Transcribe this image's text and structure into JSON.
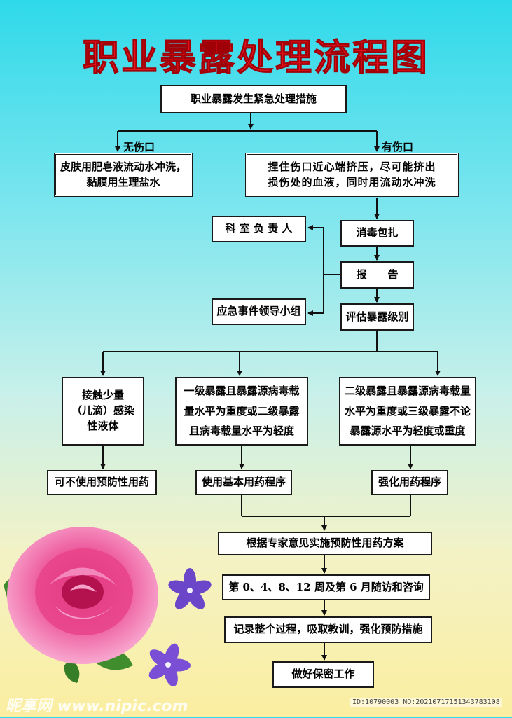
{
  "title": "职业暴露处理流程图",
  "start": "职业暴露发生紧急处理措施",
  "branch_left_label": "无伤口",
  "branch_right_label": "有伤口",
  "no_wound_action": [
    "皮肤用肥皂液流动水冲洗，",
    "黏膜用生理盐水"
  ],
  "wound_action": [
    "捏住伤口近心端挤压，尽可能挤出",
    "损伤处的血液，同时用流动水冲洗"
  ],
  "disinfect": "消毒包扎",
  "report": "报　　告",
  "dept_head": "科 室 负 责 人",
  "emergency_group": "应急事件领导小组",
  "assess": "评估暴露级别",
  "case_1": [
    "接触少量",
    "（儿滴）感染",
    "性液体"
  ],
  "case_2": [
    "一级暴露且暴露源病毒载",
    "量水平为重度或二级暴露",
    "且病毒载量水平为轻度"
  ],
  "case_3": [
    "二级暴露且暴露源病毒载量",
    "水平为重度或三级暴露不论",
    "暴露源水平为轻度或重度"
  ],
  "outcome_1": "可不使用预防性用药",
  "outcome_2": "使用基本用药程序",
  "outcome_3": "强化用药程序",
  "step_expert": "根据专家意见实施预防性用药方案",
  "step_followup": "第 0、4、8、12 周及第 6 月随访和咨询",
  "step_record": "记录整个过程，吸取教训，强化预防措施",
  "step_confidential": "做好保密工作",
  "watermark_site": "昵享网 www.nipic.com",
  "watermark_id": "ID:10790003 NO:20210717151343783108"
}
